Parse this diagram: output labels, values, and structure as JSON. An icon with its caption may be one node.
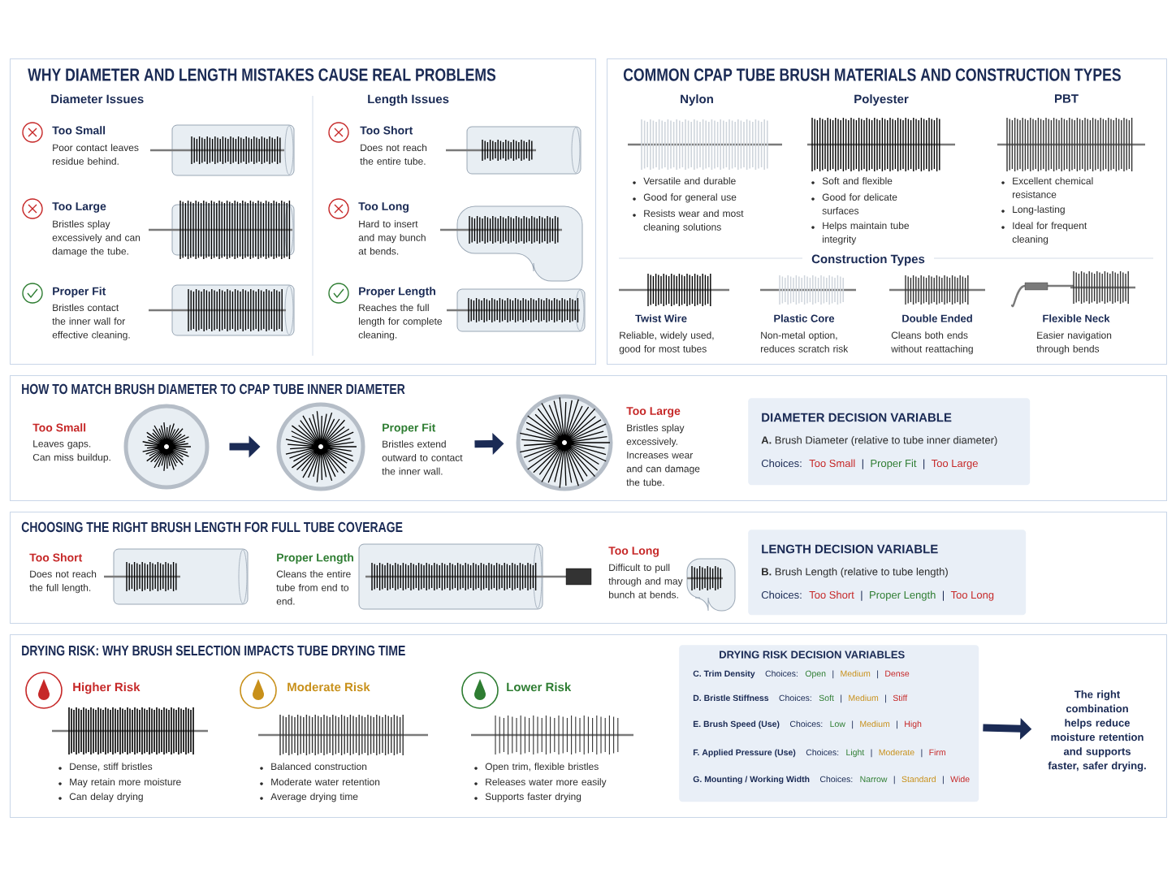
{
  "diagram": {
    "nodes": [
      {
        "text": [
          "WHY DIAMETER AND LENGTH MISTAKES CAUSE REAL PROBLEMS"
        ]
      },
      {
        "text": [
          "COMMON CPAP TUBE BRUSH MATERIALS AND CONSTRUCTION TYPES"
        ]
      },
      {
        "text": [
          "HOW TO MATCH BRUSH DIAMETER TO CPAP TUBE INNER DIAMETER"
        ]
      },
      {
        "text": [],
        "shape": "circle",
        "in": 2,
        "beside": [
          "Too Small",
          "Leaves gaps. Can miss buildup."
        ]
      },
      {
        "text": [],
        "shape": "circle",
        "in": 2,
        "beside": [
          "Proper Fit",
          "Bristles extend outward to contact the inner wall."
        ]
      },
      {
        "text": [],
        "shape": "circle",
        "in": 2,
        "beside": [
          "Too Large",
          "Bristles splay excessively. Increases wear and can damage the tube."
        ]
      },
      {
        "text": [
          "DIAMETER DECISION VARIABLE",
          "**A.** Brush Diameter (relative to tube inner diameter)",
          "Choices:",
          "Too Small",
          "|",
          "Proper Fit",
          "|",
          "Too Large"
        ],
        "in": 2
      },
      {
        "text": [
          "CHOOSING THE RIGHT BRUSH LENGTH FOR FULL TUBE COVERAGE"
        ]
      },
      {
        "text": [
          "LENGTH DECISION VARIABLE",
          "**B.** Brush Length (relative to tube length)",
          "Choices:",
          "Too Short",
          "|",
          "Proper Length",
          "|",
          "Too Long"
        ],
        "in": 7
      },
      {
        "text": [
          "DRYING RISK: WHY BRUSH SELECTION IMPACTS TUBE DRYING TIME"
        ]
      },
      {
        "text": [
          "DRYING RISK DECISION VARIABLES",
          "C. Trim Density",
          "Choices:",
          "Open",
          "|",
          "Medium",
          "|",
          "Dense",
          "D. Bristle Stiffness",
          "Choices:",
          "Soft",
          "|",
          "Medium",
          "|",
          "Stiff",
          "E. Brush Speed (Use)",
          "Choices:",
          "Low",
          "|",
          "Medium",
          "|",
          "High",
          "F. Applied Pressure (Use)",
          "Choices:",
          "Light",
          "|",
          "Moderate",
          "|",
          "Firm",
          "G. Mounting / Working Width",
          "Choices:",
          "Narrow",
          "|",
          "Standard",
          "|",
          "Wide"
        ],
        "in": 9
      },
      {
        "text": [
          "The right combination helps reduce moisture retention and supports faster, safer drying."
        ],
        "in": 9
      }
    ],
    "edges": [
      {
        "from": 3,
        "to": 4,
        "arrow": "to"
      },
      {
        "from": 4,
        "to": 5,
        "arrow": "to"
      },
      {
        "from": 10,
        "to": 11,
        "arrow": "to"
      }
    ],
    "labels": [
      "Diameter Issues",
      "Length Issues",
      "Too Small",
      "Poor contact leaves residue behind.",
      "Too Large",
      "Bristles splay excessively and can damage the tube.",
      "Proper Fit",
      "Bristles contact the inner wall for effective cleaning.",
      "Too Short",
      "Does not reach the entire tube.",
      "Too Long",
      "Hard to insert and may bunch at bends.",
      "Proper Length",
      "Reaches the full length for complete cleaning.",
      "Nylon",
      "Polyester",
      "PBT",
      "Versatile and durable",
      "Good for general use",
      "Resists wear and most cleaning solutions",
      "Soft and flexible",
      "Good for delicate surfaces",
      "Helps maintain tube integrity",
      "Excellent chemical resistance",
      "Long-lasting",
      "Ideal for frequent cleaning",
      "Construction Types",
      "Twist Wire",
      "Reliable, widely used, good for most tubes",
      "Plastic Core",
      "Non-metal option, reduces scratch risk",
      "Double Ended",
      "Cleans both ends without reattaching",
      "Flexible Neck",
      "Easier navigation through bends",
      "Too Short",
      "Does not reach the full length.",
      "Proper Length",
      "Cleans the entire tube from end to end.",
      "Too Long",
      "Difficult to pull through and may bunch at bends.",
      "Higher Risk",
      "Dense, stiff bristles",
      "May retain more moisture",
      "Can delay drying",
      "Moderate Risk",
      "Balanced construction",
      "Moderate water retention",
      "Average drying time",
      "Lower Risk",
      "Open trim, flexible bristles",
      "Releases water more easily",
      "Supports faster drying"
    ]
  }
}
